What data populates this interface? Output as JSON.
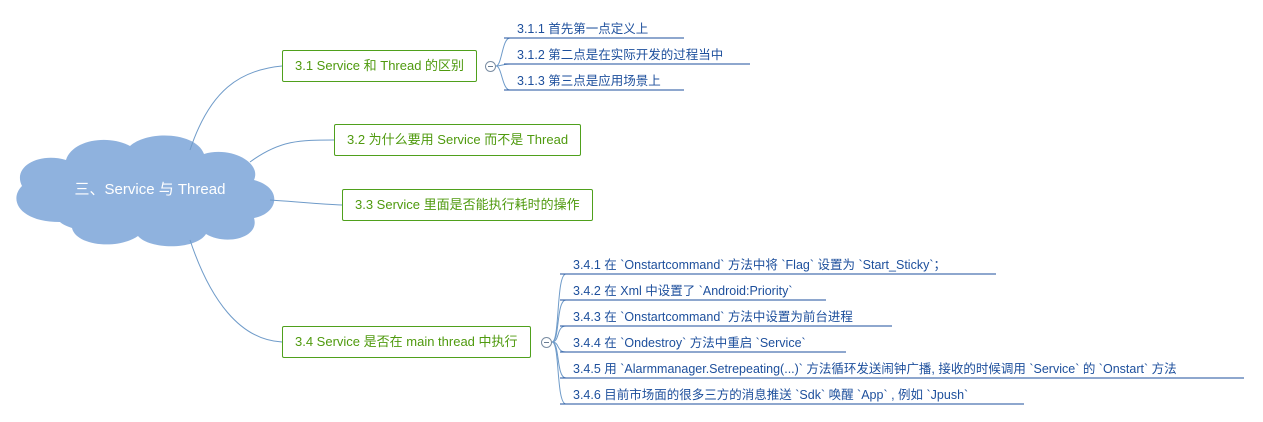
{
  "root": {
    "label": "三、Service 与 Thread"
  },
  "branches": [
    {
      "label": "3.1 Service 和 Thread 的区别",
      "children": [
        "3.1.1 首先第一点定义上",
        "3.1.2 第二点是在实际开发的过程当中",
        "3.1.3 第三点是应用场景上"
      ]
    },
    {
      "label": "3.2 为什么要用 Service 而不是 Thread",
      "children": []
    },
    {
      "label": "3.3 Service 里面是否能执行耗时的操作",
      "children": []
    },
    {
      "label": "3.4 Service 是否在 main thread 中执行",
      "children": [
        "3.4.1 在 `Onstartcommand` 方法中将 `Flag` 设置为 `Start_Sticky`；",
        "3.4.2 在 Xml 中设置了 `Android:Priority`",
        "3.4.3 在 `Onstartcommand` 方法中设置为前台进程",
        "3.4.4 在 `Ondestroy` 方法中重启 `Service`",
        "3.4.5 用 `Alarmmanager.Setrepeating(...)` 方法循环发送闹钟广播, 接收的时候调用 `Service` 的 `Onstart` 方法",
        "3.4.6 目前市场面的很多三方的消息推送 `Sdk` 唤醒 `App` , 例如 `Jpush`"
      ]
    }
  ],
  "colors": {
    "cloud": "#8fb2de",
    "branch_text": "#4f9a0e",
    "branch_border": "#4fa01c",
    "leaf_text": "#1d4f9c",
    "connector": "#6f9bc9"
  }
}
